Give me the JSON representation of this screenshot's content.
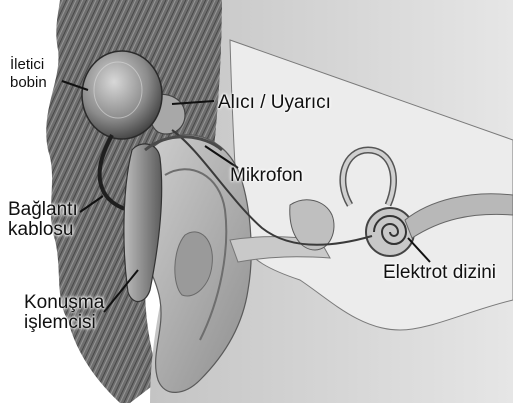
{
  "labels": {
    "coil_line1": "İletici",
    "coil_line2": "bobin",
    "receiver": "Alıcı / Uyarıcı",
    "microphone": "Mikrofon",
    "cable_line1": "Bağlantı",
    "cable_line2": "kablosu",
    "electrode": "Elektrot dizini",
    "processor_line1": "Konuşma",
    "processor_line2": "işlemcisi"
  },
  "colors": {
    "background": "#ffffff",
    "hair": "#6b6b6b",
    "skin": "#b5b5b5",
    "device": "#8a8a8a",
    "line": "#111111"
  }
}
